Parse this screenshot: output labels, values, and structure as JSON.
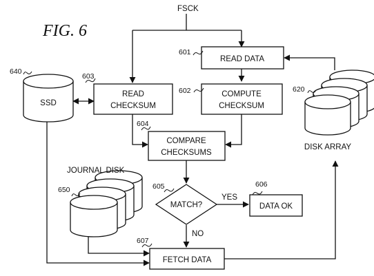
{
  "figure": {
    "label": "FIG. 6"
  },
  "nodes": {
    "fsck": {
      "label": "FSCK"
    },
    "read_data": {
      "label": "READ DATA",
      "ref": "601"
    },
    "compute_checksum": {
      "label_line1": "COMPUTE",
      "label_line2": "CHECKSUM",
      "ref": "602"
    },
    "read_checksum": {
      "label_line1": "READ",
      "label_line2": "CHECKSUM",
      "ref": "603"
    },
    "compare_checksums": {
      "label_line1": "COMPARE",
      "label_line2": "CHECKSUMS",
      "ref": "604"
    },
    "match": {
      "label": "MATCH?",
      "ref": "605",
      "yes_label": "YES",
      "no_label": "NO"
    },
    "data_ok": {
      "label": "DATA OK",
      "ref": "606"
    },
    "fetch_data": {
      "label": "FETCH DATA",
      "ref": "607"
    },
    "ssd": {
      "label": "SSD",
      "ref": "640"
    },
    "disk_array": {
      "label": "DISK ARRAY",
      "ref": "620"
    },
    "journal_disk": {
      "label": "JOURNAL DISK",
      "ref": "650"
    }
  }
}
